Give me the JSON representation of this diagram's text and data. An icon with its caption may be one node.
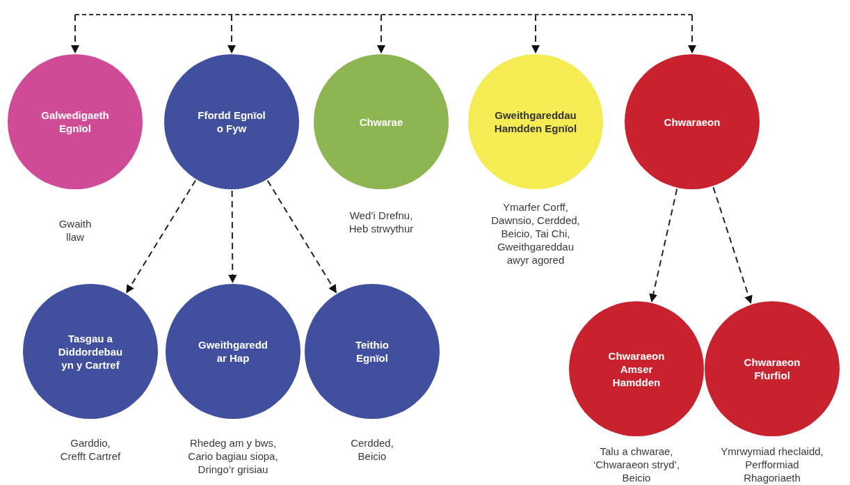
{
  "diagram": {
    "nodes": [
      {
        "text": [],
        "shape": "bar"
      },
      {
        "text": [
          "Galwedigaeth Egnïol"
        ],
        "beside": [
          "Gwaith llaw"
        ]
      },
      {
        "text": [
          "Ffordd Egnïol o Fyw"
        ]
      },
      {
        "text": [
          "Chwarae"
        ],
        "beside": [
          "Wed’i Drefnu, Heb strwythur"
        ]
      },
      {
        "text": [
          "Gweithgareddau Hamdden Egnïol"
        ],
        "beside": [
          "Ymarfer Corff, Dawnsio, Cerdded, Beicio, Tai Chi, Gweithgareddau awyr agored"
        ]
      },
      {
        "text": [
          "Chwaraeon"
        ]
      },
      {
        "text": [
          "Tasgau a Diddordebau yn y Cartref"
        ],
        "beside": [
          "Garddio, Crefft Cartref"
        ]
      },
      {
        "text": [
          "Gweithgaredd ar Hap"
        ],
        "beside": [
          "Rhedeg am y bws, Cario bagiau siopa, Dringo’r grisiau"
        ]
      },
      {
        "text": [
          "Teithio Egnïol"
        ],
        "beside": [
          "Cerdded, Beicio"
        ]
      },
      {
        "text": [
          "Chwaraeon Amser Hamdden"
        ],
        "beside": [
          "Talu a chwarae, ‘Chwaraeon stryd’, Beicio"
        ]
      },
      {
        "text": [
          "Chwaraeon Ffurfiol"
        ],
        "beside": [
          "Ymrwymiad rheclaidd, Perfformiad Rhagoriaeth"
        ]
      }
    ],
    "edges": [
      {
        "from": 0,
        "to": 1,
        "arrow": "to",
        "style": "dashed"
      },
      {
        "from": 0,
        "to": 2,
        "arrow": "to",
        "style": "dashed"
      },
      {
        "from": 0,
        "to": 3,
        "arrow": "to",
        "style": "dashed"
      },
      {
        "from": 0,
        "to": 4,
        "arrow": "to",
        "style": "dashed"
      },
      {
        "from": 0,
        "to": 5,
        "arrow": "to",
        "style": "dashed"
      },
      {
        "from": 2,
        "to": 6,
        "arrow": "to",
        "style": "dashed"
      },
      {
        "from": 2,
        "to": 7,
        "arrow": "to",
        "style": "dashed"
      },
      {
        "from": 2,
        "to": 8,
        "arrow": "to",
        "style": "dashed"
      },
      {
        "from": 5,
        "to": 9,
        "arrow": "to",
        "style": "dashed"
      },
      {
        "from": 5,
        "to": 10,
        "arrow": "to",
        "style": "dashed"
      }
    ]
  }
}
